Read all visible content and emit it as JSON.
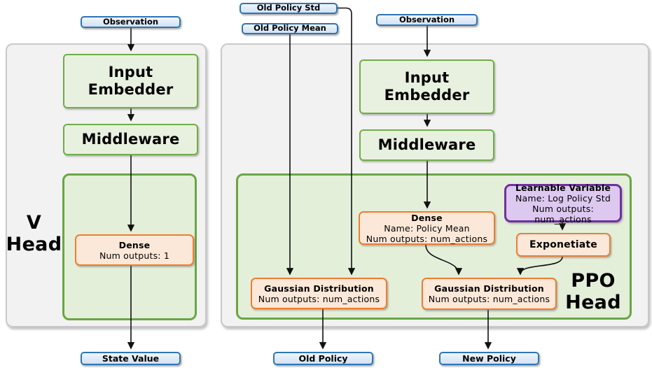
{
  "inputs": {
    "observation_left": "Observation",
    "old_policy_std": "Old Policy Std",
    "old_policy_mean": "Old Policy Mean",
    "observation_right": "Observation"
  },
  "v_head": {
    "label_line1": "V",
    "label_line2": "Head",
    "input_embedder": "Input Embedder",
    "middleware": "Middleware",
    "dense": {
      "title": "Dense",
      "line1": "Num outputs: 1"
    }
  },
  "ppo_head": {
    "label_line1": "PPO",
    "label_line2": "Head",
    "input_embedder": "Input Embedder",
    "middleware": "Middleware",
    "dense": {
      "title": "Dense",
      "line1": "Name: Policy Mean",
      "line2": "Num outputs: num_actions"
    },
    "learnable_variable": {
      "title": "Learnable Variable",
      "line1": "Name: Log Policy Std",
      "line2": "Num outputs: num_actions"
    },
    "exponetiate": "Exponetiate",
    "gaussian_old": {
      "title": "Gaussian Distribution",
      "line1": "Num outputs: num_actions"
    },
    "gaussian_new": {
      "title": "Gaussian Distribution",
      "line1": "Num outputs: num_actions"
    }
  },
  "outputs": {
    "state_value": "State Value",
    "old_policy": "Old Policy",
    "new_policy": "New Policy"
  },
  "colors": {
    "blue_border": "#2e75b6",
    "blue_fill": "#d9e7f6",
    "green_border": "#70ad47",
    "green_fill": "#e8f1df",
    "container_fill": "#e4efda",
    "container_border": "#69a644",
    "orange_border": "#ed7d31",
    "orange_fill": "#fce8d8",
    "purple_border": "#7030a0",
    "purple_fill": "#ddc8f0",
    "panel_fill": "#f2f2f2",
    "panel_border": "#c9c9c9",
    "edge": "#111111"
  }
}
